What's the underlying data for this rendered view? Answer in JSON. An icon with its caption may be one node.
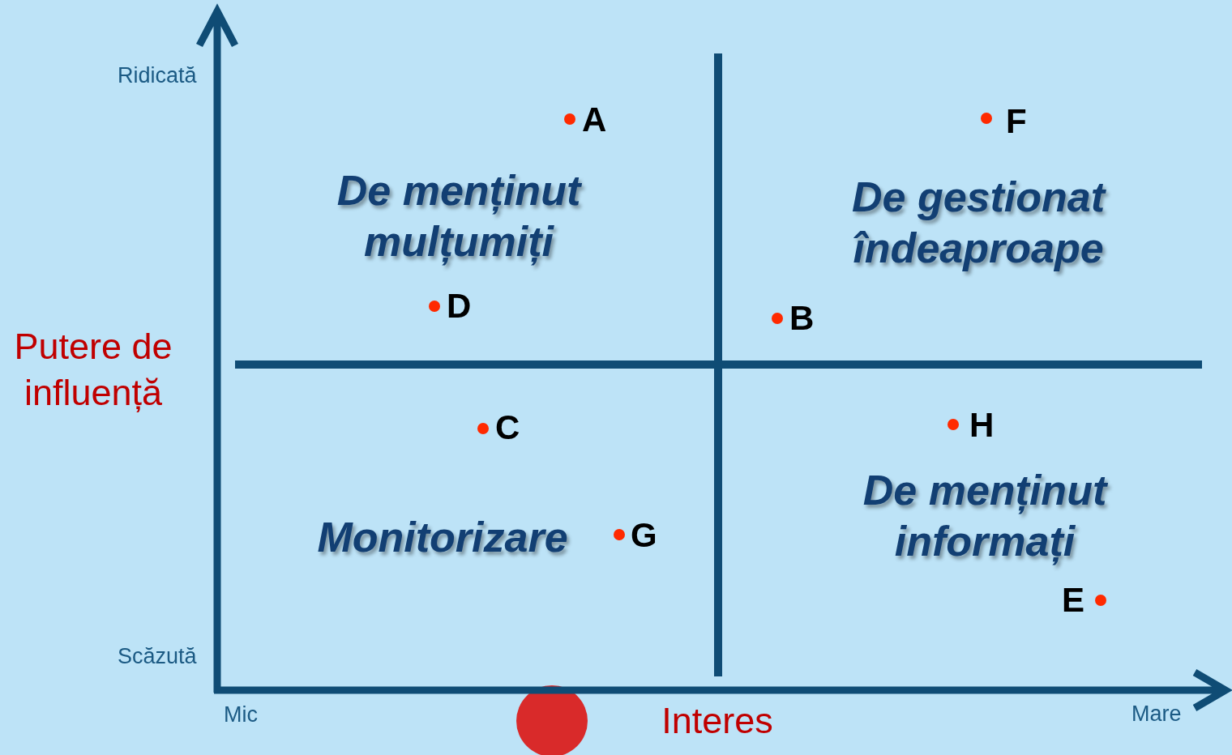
{
  "diagram": {
    "nodes": [
      {
        "text": [],
        "shape": "circle"
      }
    ],
    "labels": [
      "Ridicată",
      "A",
      "F",
      "De menținut mulțumiți",
      "De gestionat îndeaproape",
      "D",
      "B",
      "Putere de influență",
      "C",
      "H",
      "De menținut informați",
      "Monitorizare",
      "G",
      "E",
      "Scăzută",
      "Mic",
      "Interes",
      "Mare"
    ]
  }
}
